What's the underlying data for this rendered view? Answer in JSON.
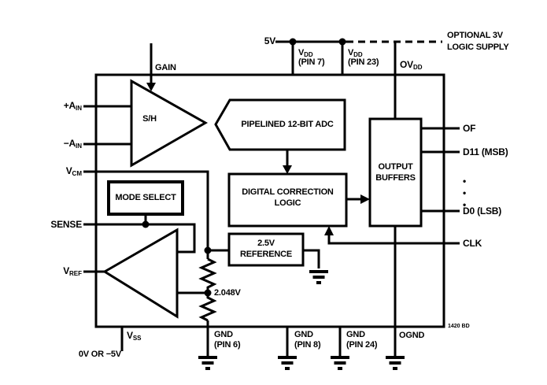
{
  "colors": {
    "ink": "#000000",
    "background": "#ffffff"
  },
  "supply": {
    "v5": "5V",
    "optional": {
      "line1": "OPTIONAL 3V",
      "line2": "LOGIC SUPPLY"
    },
    "vdd7": {
      "main": "V",
      "sub": "DD",
      "pin": "(PIN 7)"
    },
    "vdd23": {
      "main": "V",
      "sub": "DD",
      "pin": "(PIN 23)"
    },
    "ovdd": {
      "main": "OV",
      "sub": "DD"
    }
  },
  "left_pins": {
    "gain": "GAIN",
    "ain_p": {
      "main": "+A",
      "sub": "IN"
    },
    "ain_n": {
      "main": "−A",
      "sub": "IN"
    },
    "vcm": {
      "main": "V",
      "sub": "CM"
    },
    "sense": "SENSE",
    "vref": {
      "main": "V",
      "sub": "REF"
    }
  },
  "blocks": {
    "sample_hold": "S/H",
    "adc": "PIPELINED 12-BIT ADC",
    "correction": {
      "line1": "DIGITAL CORRECTION",
      "line2": "LOGIC"
    },
    "buffers": {
      "line1": "OUTPUT",
      "line2": "BUFFERS"
    },
    "mode_select": "MODE SELECT",
    "reference": {
      "line1": "2.5V",
      "line2": "REFERENCE"
    },
    "tap_voltage": "2.048V"
  },
  "right_pins": {
    "of": "OF",
    "d11": "D11 (MSB)",
    "ellipsis": "•\n•\n•",
    "d0": "D0 (LSB)",
    "clk": "CLK"
  },
  "bottom_pins": {
    "vss": {
      "main": "V",
      "sub": "SS"
    },
    "vss_note": "0V OR −5V",
    "gnd6": {
      "line1": "GND",
      "line2": "(PIN 6)"
    },
    "gnd8": {
      "line1": "GND",
      "line2": "(PIN 8)"
    },
    "gnd24": {
      "line1": "GND",
      "line2": "(PIN 24)"
    },
    "ognd": "OGND"
  },
  "footer": {
    "figure_id": "1420 BD"
  }
}
